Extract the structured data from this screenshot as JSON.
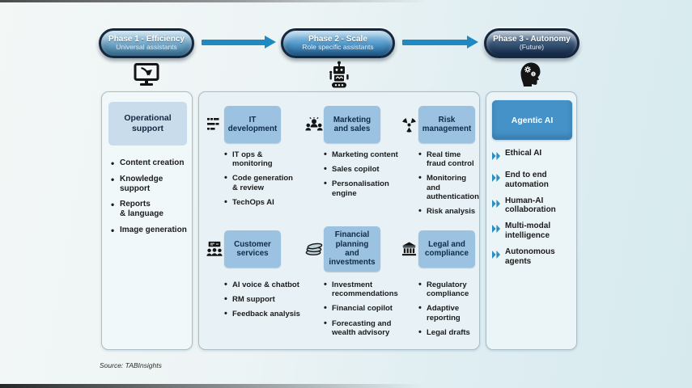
{
  "phases": [
    {
      "title": "Phase 1 - Efficiency",
      "subtitle": "Universal assistants",
      "icon": "monitor-cursor-icon"
    },
    {
      "title": "Phase 2 - Scale",
      "subtitle": "Role specific assistants",
      "icon": "robot-icon"
    },
    {
      "title": "Phase 3 - Autonomy",
      "subtitle": "(Future)",
      "icon": "head-gears-icon"
    }
  ],
  "left_panel": {
    "header": "Operational\nsupport",
    "items": [
      "Content creation",
      "Knowledge\nsupport",
      "Reports\n& language",
      "Image generation"
    ]
  },
  "middle_panel": {
    "categories": [
      {
        "name": "IT\ndevelopment",
        "icon": "code-lines-icon",
        "items": [
          "IT ops & monitoring",
          "Code generation\n& review",
          "TechOps AI"
        ]
      },
      {
        "name": "Marketing\nand sales",
        "icon": "audience-speaker-icon",
        "items": [
          "Marketing content",
          "Sales copilot",
          "Personalisation\nengine"
        ]
      },
      {
        "name": "Risk\nmanagement",
        "icon": "radiation-icon",
        "items": [
          "Real time\nfraud control",
          "Monitoring and\nauthentication",
          "Risk analysis"
        ]
      },
      {
        "name": "Customer\nservices",
        "icon": "people-screen-icon",
        "items": [
          "AI voice & chatbot",
          "RM support",
          "Feedback analysis"
        ]
      },
      {
        "name": "Financial\nplanning\nand\ninvestments",
        "icon": "cash-stack-icon",
        "items": [
          "Investment\nrecommendations",
          "Financial copilot",
          "Forecasting and\nwealth advisory"
        ]
      },
      {
        "name": "Legal and\ncompliance",
        "icon": "bank-icon",
        "items": [
          "Regulatory\ncompliance",
          "Adaptive\nreporting",
          "Legal drafts"
        ]
      }
    ]
  },
  "right_panel": {
    "header": "Agentic AI",
    "items": [
      "Ethical AI",
      "End to end\nautomation",
      "Human-AI\ncollaboration",
      "Multi-modal\nintelligence",
      "Autonomous\nagents"
    ]
  },
  "source": "Source: TABInsights",
  "colors": {
    "arrow_blue": "#1f8ac2",
    "category_header_box": "#9cc2e2",
    "operational_header_box": "#c9dcec",
    "agentic_header_box": "#4592c8",
    "pill1_gradient_top": "#bcd9ea",
    "pill2_gradient_top": "#a8d0e9",
    "pill3_dark": "#182f4e",
    "chevron_blue": "#2a8fc0"
  }
}
